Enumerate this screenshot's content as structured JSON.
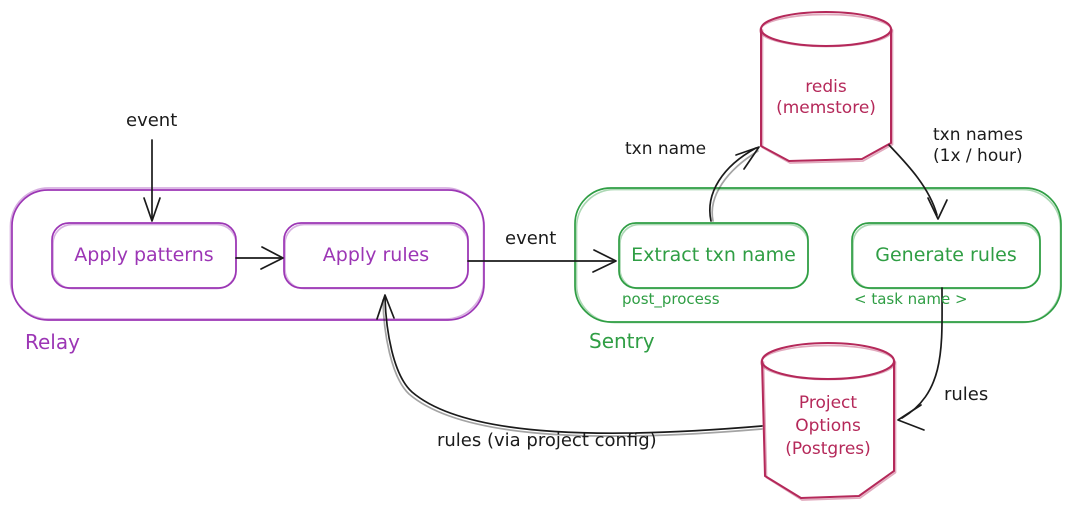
{
  "diagram": {
    "colors": {
      "relay": "#9c36b5",
      "sentry": "#2f9e44",
      "datastore": "#b5295a",
      "ink": "#1b1b1b",
      "background": "#ffffff"
    },
    "relay_group": {
      "label": "Relay",
      "nodes": [
        {
          "label": "Apply patterns"
        },
        {
          "label": "Apply rules"
        }
      ]
    },
    "sentry_group": {
      "label": "Sentry",
      "nodes": [
        {
          "label": "Extract txn name",
          "sublabel": "post_process"
        },
        {
          "label": "Generate rules",
          "sublabel": "< task name >"
        }
      ]
    },
    "datastores": {
      "redis": {
        "lines": [
          "redis",
          "(memstore)"
        ]
      },
      "project_options": {
        "lines": [
          "Project",
          "Options",
          "(Postgres)"
        ]
      }
    },
    "edges": {
      "event_into_relay": {
        "label": "event"
      },
      "relay_to_sentry": {
        "label": "event"
      },
      "extract_to_redis": {
        "label": "txn name"
      },
      "redis_to_generate": {
        "label": "txn names",
        "sublabel": "(1x / hour)"
      },
      "generate_to_project_options": {
        "label": "rules"
      },
      "project_options_to_apply_rules": {
        "label": "rules (via project config)"
      }
    }
  }
}
